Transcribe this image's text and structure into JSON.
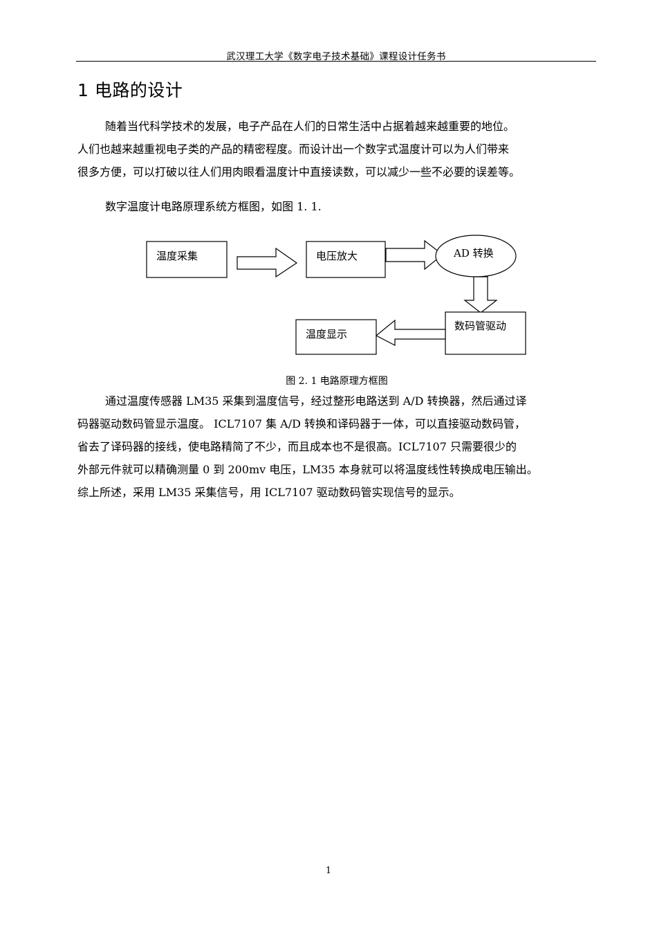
{
  "header": {
    "text": "武汉理工大学《数字电子技术基础》课程设计任务书"
  },
  "section": {
    "title": "1 电路的设计"
  },
  "intro": {
    "lines": [
      "随着当代科学技术的发展，电子产品在人们的日常生活中占据着越来越重要的地位。",
      "人们也越来越重视电子类的产品的精密程度。而设计出一个数字式温度计可以为人们带来",
      "很多方便，可以打破以往人们用肉眼看温度计中直接读数，可以减少一些不必要的误差等。"
    ],
    "figure_ref": "数字温度计电路原理系统方框图，如图 1. 1."
  },
  "diagram": {
    "blocks": {
      "collect": "温度采集",
      "amplify": "电压放大",
      "adc": "AD 转换",
      "driver": "数码管驱动",
      "display": "温度显示"
    },
    "caption": "图 2. 1  电路原理方框图"
  },
  "body": {
    "lines": [
      "通过温度传感器 LM35 采集到温度信号，经过整形电路送到 A/D 转换器，然后通过译",
      "码器驱动数码管显示温度。 ICL7107 集 A/D 转换和译码器于一体，可以直接驱动数码管，",
      "省去了译码器的接线，使电路精简了不少，而且成本也不是很高。ICL7107 只需要很少的",
      "外部元件就可以精确测量 0 到 200mv 电压，LM35 本身就可以将温度线性转换成电压输出。",
      "综上所述，采用 LM35 采集信号，用 ICL7107 驱动数码管实现信号的显示。"
    ]
  },
  "footer": {
    "page_number": "1"
  }
}
